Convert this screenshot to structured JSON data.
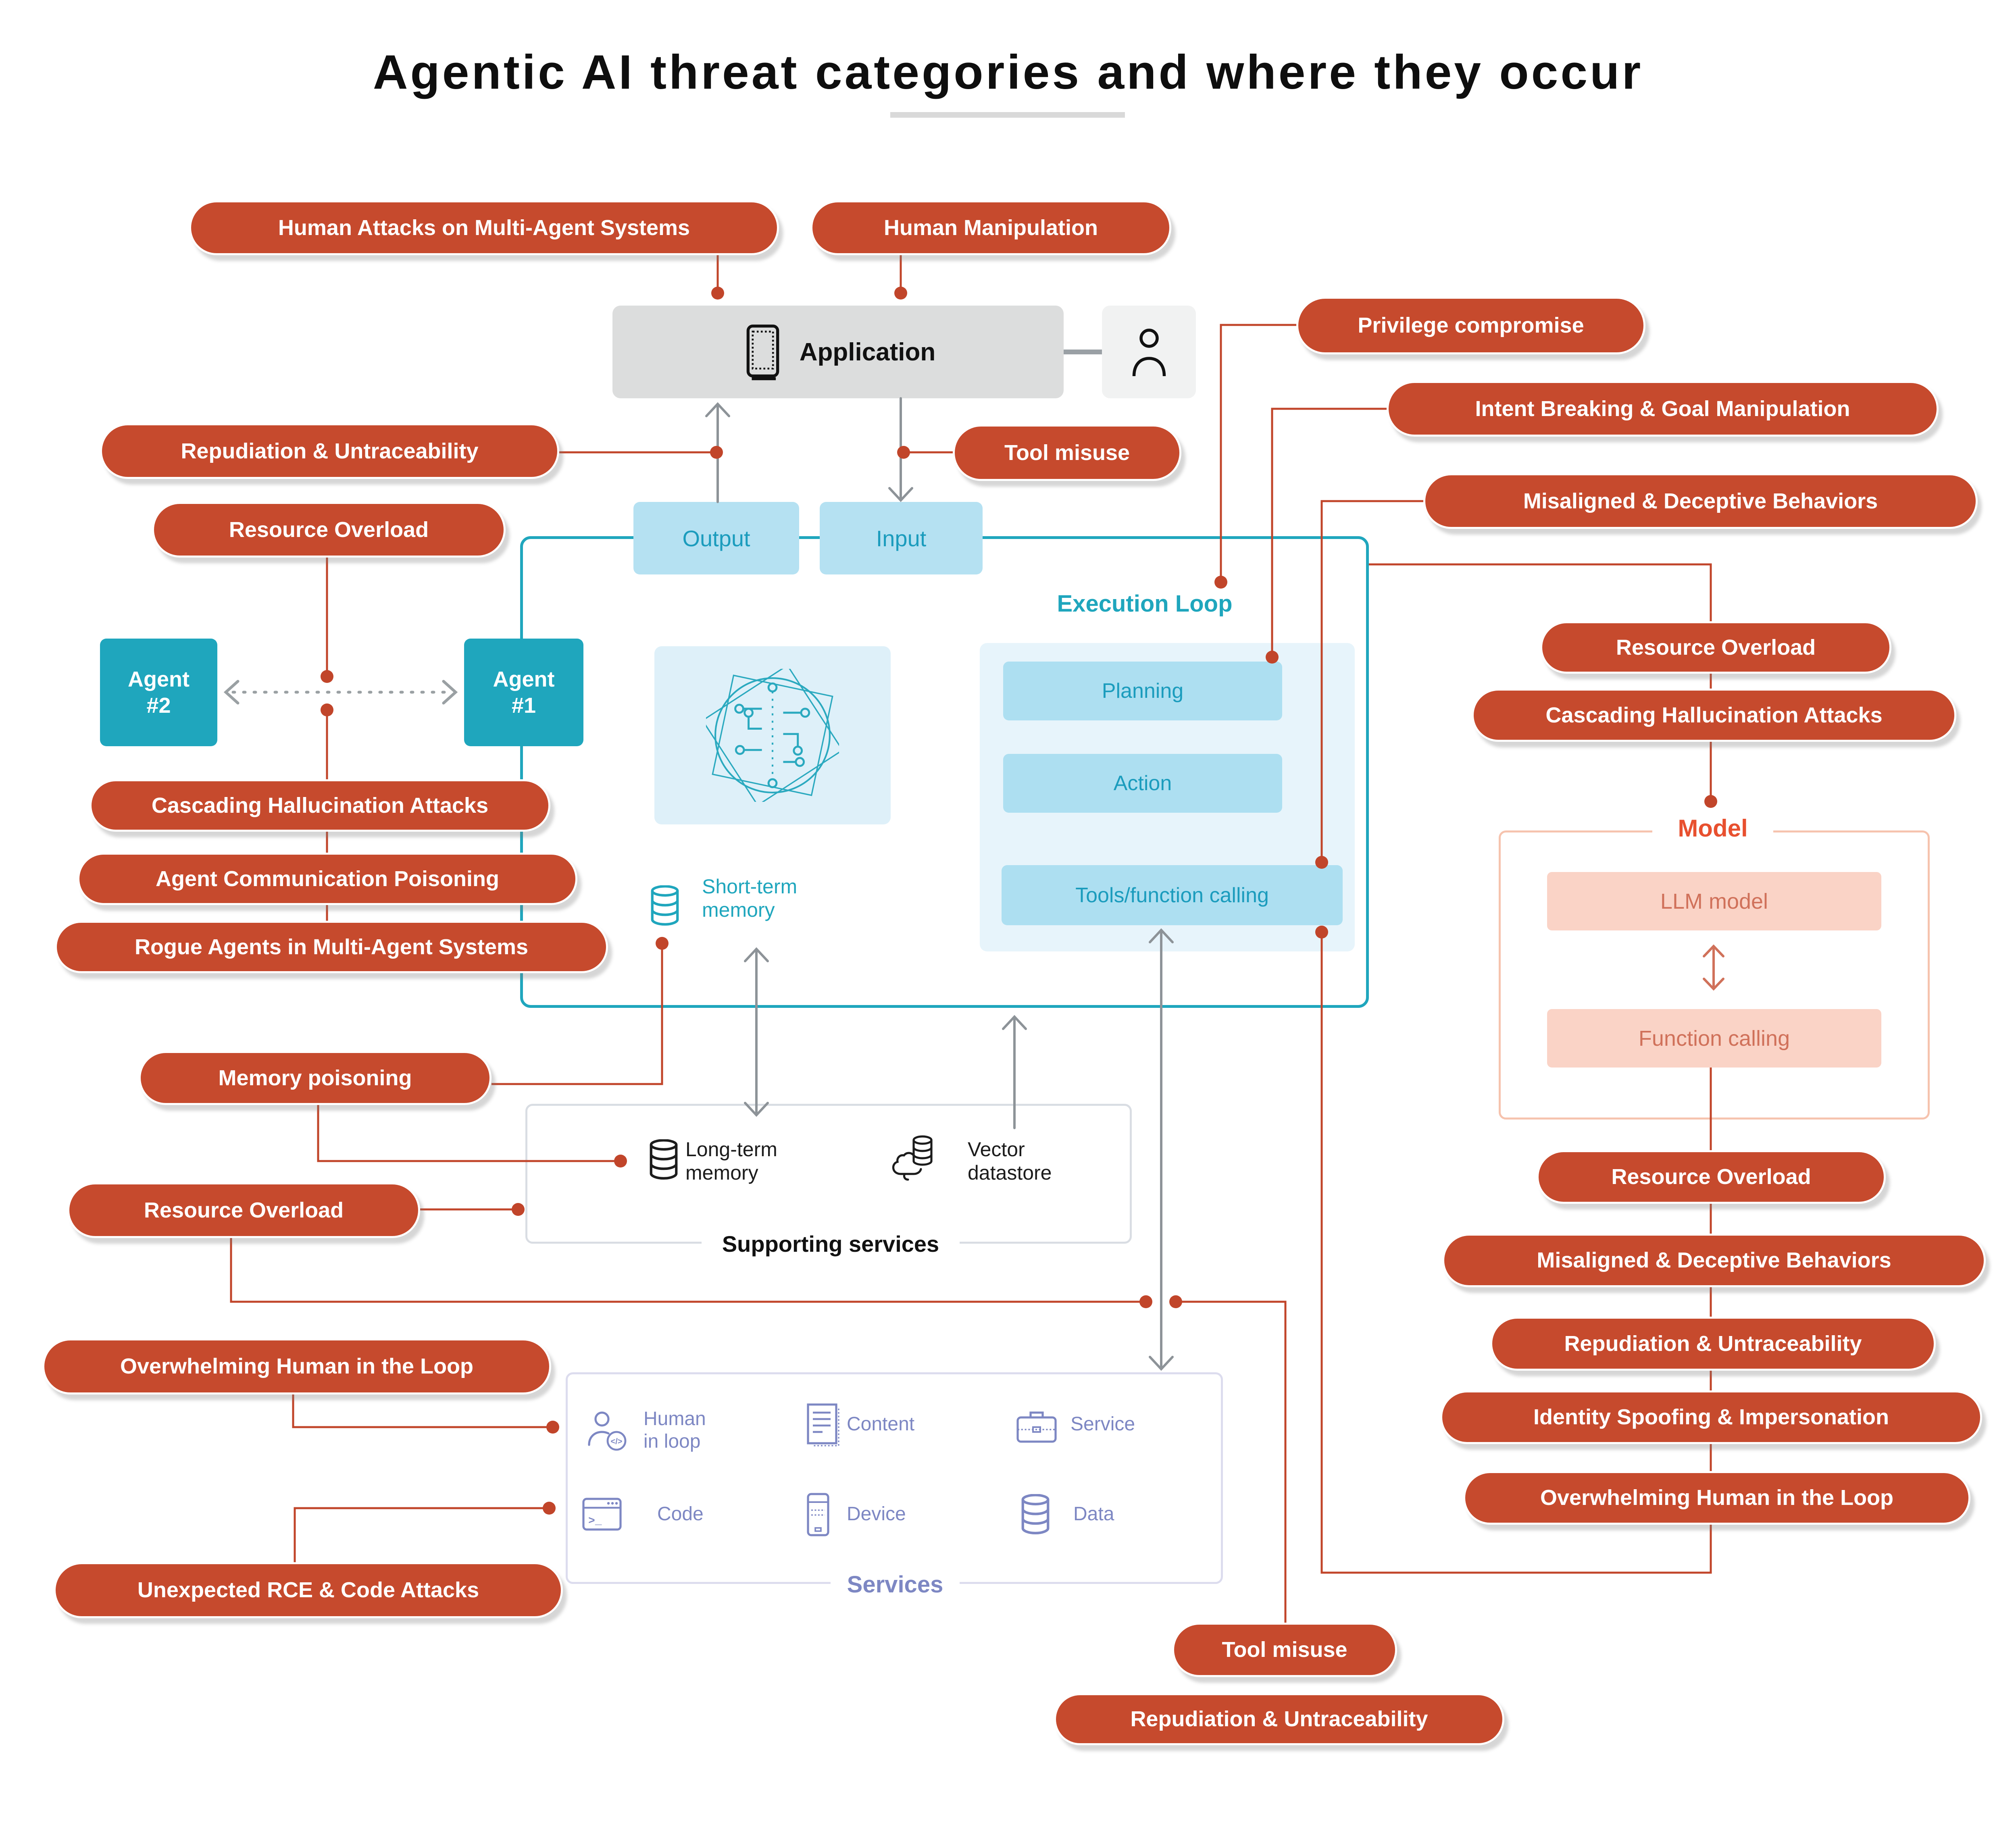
{
  "title": "Agentic AI threat categories and where they occur",
  "pills": {
    "human_attacks": "Human Attacks on Multi-Agent Systems",
    "human_manipulation": "Human Manipulation",
    "privilege_compromise": "Privilege compromise",
    "intent_breaking": "Intent Breaking & Goal Manipulation",
    "misaligned_right_top": "Misaligned & Deceptive Behaviors",
    "repudiation_left": "Repudiation & Untraceability",
    "resource_overload_left_top": "Resource Overload",
    "tool_misuse_top": "Tool misuse",
    "cascading_left": "Cascading Hallucination Attacks",
    "agent_comm_poisoning": "Agent Communication Poisoning",
    "rogue_agents": "Rogue Agents in Multi-Agent Systems",
    "memory_poisoning": "Memory poisoning",
    "resource_overload_left_mid": "Resource Overload",
    "overwhelming_left": "Overwhelming Human in the Loop",
    "unexpected_rce": "Unexpected RCE & Code Attacks",
    "resource_overload_right_top": "Resource Overload",
    "cascading_right": "Cascading Hallucination Attacks",
    "resource_overload_right_bottom": "Resource Overload",
    "misaligned_right_bottom": "Misaligned & Deceptive Behaviors",
    "repudiation_right": "Repudiation & Untraceability",
    "identity_spoofing": "Identity Spoofing & Impersonation",
    "overwhelming_right": "Overwhelming Human in the Loop",
    "tool_misuse_bottom": "Tool misuse",
    "repudiation_bottom": "Repudiation & Untraceability"
  },
  "nodes": {
    "application": "Application",
    "output": "Output",
    "input": "Input",
    "execution_loop": "Execution Loop",
    "planning": "Planning",
    "action": "Action",
    "tools_function_calling": "Tools/function calling",
    "agent1_l1": "Agent",
    "agent1_l2": "#1",
    "agent2_l1": "Agent",
    "agent2_l2": "#2",
    "short_term_memory": "Short-term memory",
    "long_term_memory": "Long-term memory",
    "vector_datastore": "Vector datastore",
    "supporting_services": "Supporting services",
    "services": "Services",
    "human_in_loop": "Human in loop",
    "content": "Content",
    "service": "Service",
    "code": "Code",
    "device": "Device",
    "data": "Data",
    "model": "Model",
    "llm_model": "LLM model",
    "function_calling": "Function calling"
  },
  "icons": {
    "application_icon": "tablet-outline",
    "user_icon": "person-outline",
    "agent_brain_icon": "circuit-brain",
    "short_term_memory_icon": "database",
    "long_term_memory_icon": "database",
    "vector_datastore_icon": "cloud-database",
    "human_in_loop_icon": "person-with-code-badge",
    "content_icon": "document",
    "service_icon": "briefcase",
    "code_icon": "terminal-window",
    "device_icon": "smartphone",
    "data_icon": "database"
  },
  "colors": {
    "pill_red": "#c64a2d",
    "connector_red": "#c1452a",
    "teal": "#1fa6bd",
    "light_blue": "#b5e1f2",
    "panel_blue": "#e7f4fb",
    "brain_bg": "#def0f9",
    "salmon_fill": "#fad3c6",
    "salmon_text": "#d0715a",
    "model_accent": "#e8502f",
    "services_purple": "#7d87c3",
    "app_gray": "#dcdddd",
    "user_gray": "#f1f2f2",
    "arrow_gray": "#8d9398",
    "title_black": "#0e0e0e"
  }
}
